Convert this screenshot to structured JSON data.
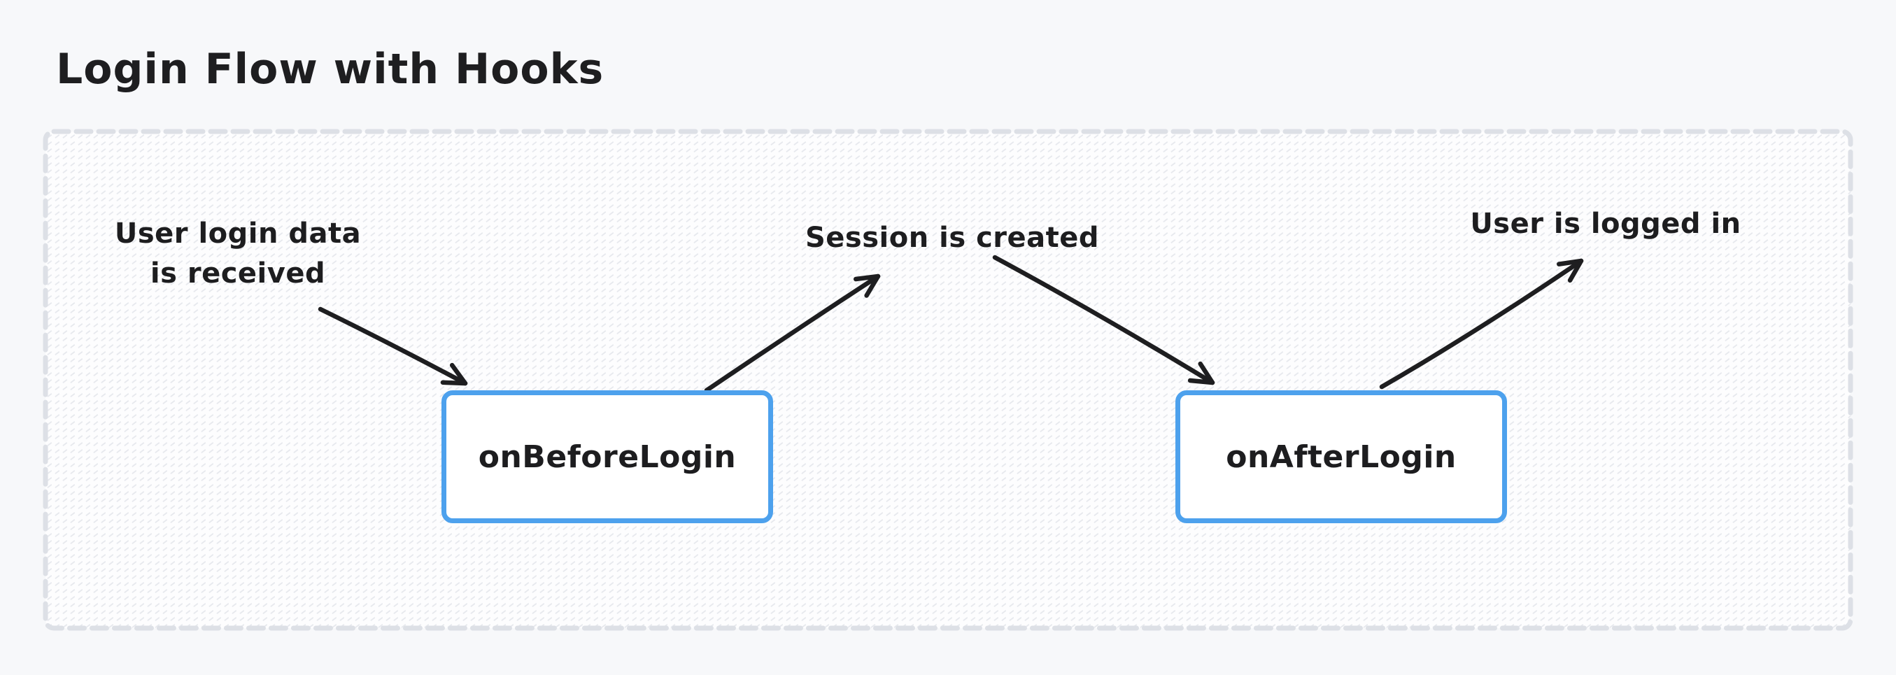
{
  "page": {
    "background_color": "#f7f8fa"
  },
  "diagram": {
    "title": "Login Flow with Hooks",
    "frame": {
      "border_style": "dashed",
      "border_color": "#dde0e6",
      "fill_color": "#fdfdfe",
      "hatch_color": "#e7e9ee"
    },
    "nodes": [
      {
        "id": "on-before-login",
        "label": "onBeforeLogin",
        "border_color": "#4da1ed",
        "fill_color": "#ffffff"
      },
      {
        "id": "on-after-login",
        "label": "onAfterLogin",
        "border_color": "#4da1ed",
        "fill_color": "#ffffff"
      }
    ],
    "annotations": [
      {
        "id": "user-login-data",
        "line1": "User login data",
        "line2": "is received"
      },
      {
        "id": "session-created",
        "line1": "Session is created"
      },
      {
        "id": "user-logged-in",
        "line1": "User is logged in"
      }
    ],
    "edges": [
      {
        "from": "User login data is received",
        "to": "onBeforeLogin"
      },
      {
        "from": "onBeforeLogin",
        "to": "Session is created"
      },
      {
        "from": "Session is created",
        "to": "onAfterLogin"
      },
      {
        "from": "onAfterLogin",
        "to": "User is logged in"
      }
    ],
    "colors": {
      "ink": "#1e1e20",
      "arrow": "#1e1e20",
      "node_border": "#4da1ed"
    }
  }
}
